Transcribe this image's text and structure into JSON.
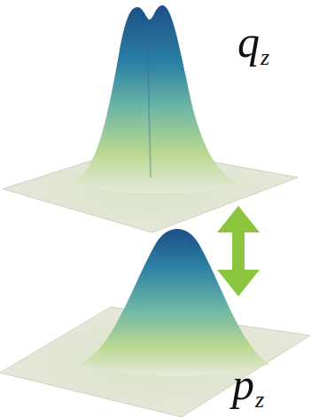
{
  "diagram": {
    "labels": [
      "q",
      "z",
      "p",
      "z"
    ]
  }
}
